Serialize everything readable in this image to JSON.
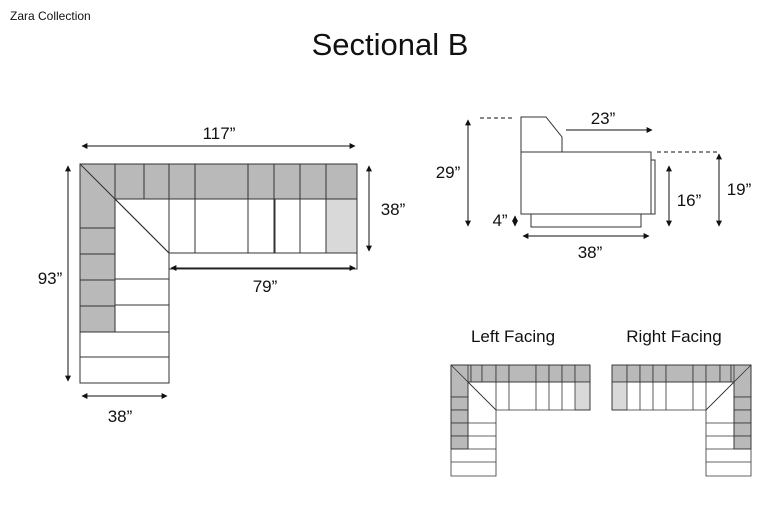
{
  "header": {
    "collection": "Zara Collection",
    "title": "Sectional B"
  },
  "plan": {
    "width_total": "117”",
    "depth_total": "93”",
    "section_depth": "38”",
    "sofa_run": "79”",
    "chaise_width": "38”"
  },
  "profile": {
    "overall_height": "29”",
    "back_depth": "23”",
    "seat_height": "16”",
    "arm_height": "19”",
    "leg_height": "4”",
    "depth": "38”"
  },
  "orientation": {
    "left_label": "Left Facing",
    "right_label": "Right Facing"
  },
  "colors": {
    "cushion_shade": "#b9b9b9",
    "light_shade": "#d9d9d9",
    "outline": "#333333"
  }
}
